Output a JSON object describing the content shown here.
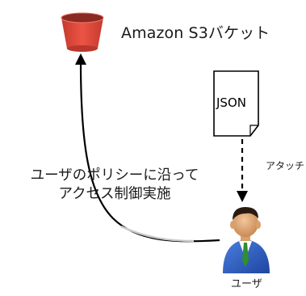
{
  "bucket": {
    "label": "Amazon S3バケット",
    "icon": "s3-bucket-icon",
    "color": "#e8473a"
  },
  "policy": {
    "line1": "ユーザのポリシーに沿って",
    "line2": "アクセス制御実施"
  },
  "document": {
    "label": "JSON",
    "icon": "document-icon"
  },
  "attach": {
    "label": "アタッチ"
  },
  "user": {
    "label": "ユーザ",
    "icon": "user-icon",
    "suit_color": "#2f5fc4",
    "tie_color": "#2f8f2f"
  }
}
